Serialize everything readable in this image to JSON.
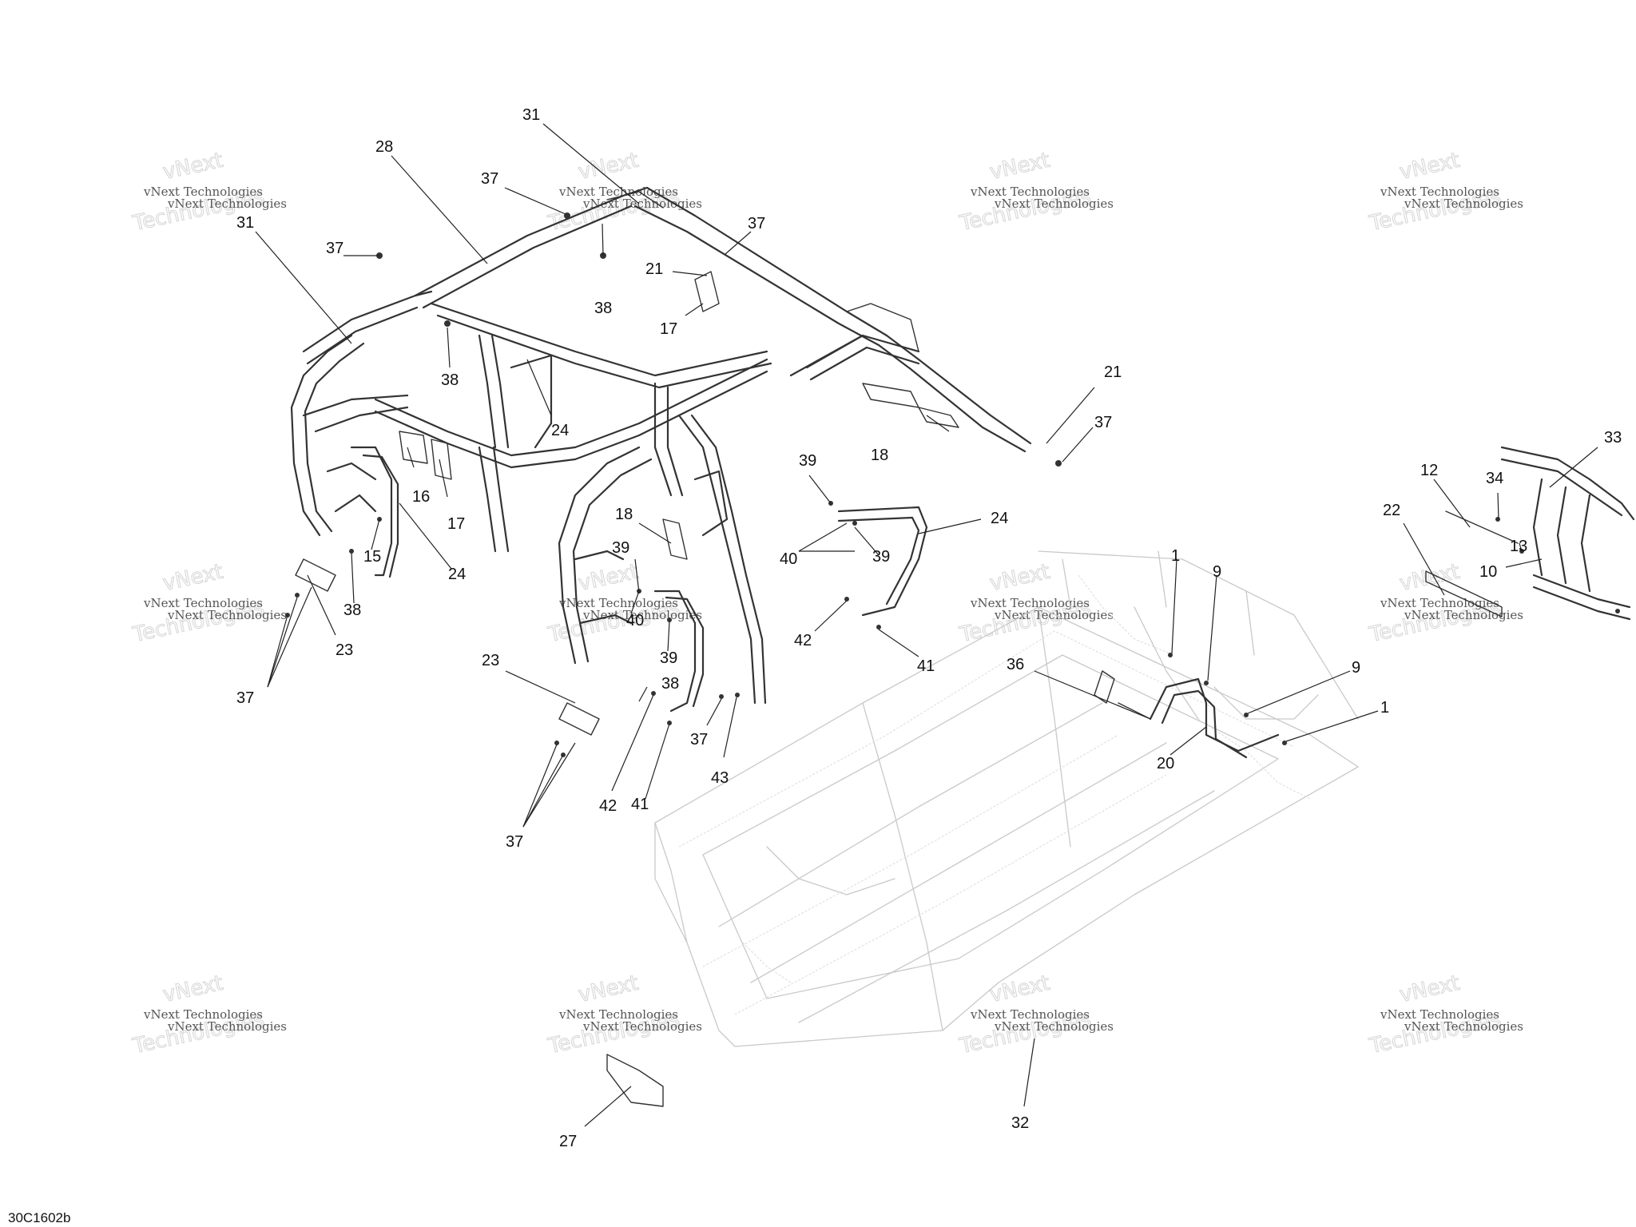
{
  "diagram": {
    "drawing_code": "30C1602b",
    "watermark": {
      "line1": "vNext Technologies",
      "line2": "Technologies",
      "stamp": "vNext"
    },
    "callouts": [
      {
        "id": "c31a",
        "text": "31"
      },
      {
        "id": "c28",
        "text": "28"
      },
      {
        "id": "c31b",
        "text": "31"
      },
      {
        "id": "c37a",
        "text": "37"
      },
      {
        "id": "c37b",
        "text": "37"
      },
      {
        "id": "c37c",
        "text": "37"
      },
      {
        "id": "c21a",
        "text": "21"
      },
      {
        "id": "c38a",
        "text": "38"
      },
      {
        "id": "c17a",
        "text": "17"
      },
      {
        "id": "c38b",
        "text": "38"
      },
      {
        "id": "c24a",
        "text": "24"
      },
      {
        "id": "c21b",
        "text": "21"
      },
      {
        "id": "c37d",
        "text": "37"
      },
      {
        "id": "c18a",
        "text": "18"
      },
      {
        "id": "c39a",
        "text": "39"
      },
      {
        "id": "c16",
        "text": "16"
      },
      {
        "id": "c17b",
        "text": "17"
      },
      {
        "id": "c18b",
        "text": "18"
      },
      {
        "id": "c24b",
        "text": "24"
      },
      {
        "id": "c15",
        "text": "15"
      },
      {
        "id": "c40a",
        "text": "40"
      },
      {
        "id": "c39b",
        "text": "39"
      },
      {
        "id": "c24c",
        "text": "24"
      },
      {
        "id": "c39c",
        "text": "39"
      },
      {
        "id": "c38c",
        "text": "38"
      },
      {
        "id": "c23a",
        "text": "23"
      },
      {
        "id": "c40b",
        "text": "40"
      },
      {
        "id": "c42a",
        "text": "42"
      },
      {
        "id": "c41a",
        "text": "41"
      },
      {
        "id": "c37e",
        "text": "37"
      },
      {
        "id": "c39d",
        "text": "39"
      },
      {
        "id": "c23b",
        "text": "23"
      },
      {
        "id": "c38d",
        "text": "38"
      },
      {
        "id": "c37f",
        "text": "37"
      },
      {
        "id": "c43",
        "text": "43"
      },
      {
        "id": "c42b",
        "text": "42"
      },
      {
        "id": "c41b",
        "text": "41"
      },
      {
        "id": "c37g",
        "text": "37"
      },
      {
        "id": "c1a",
        "text": "1"
      },
      {
        "id": "c9a",
        "text": "9"
      },
      {
        "id": "c36",
        "text": "36"
      },
      {
        "id": "c9b",
        "text": "9"
      },
      {
        "id": "c1b",
        "text": "1"
      },
      {
        "id": "c20",
        "text": "20"
      },
      {
        "id": "c33",
        "text": "33"
      },
      {
        "id": "c12",
        "text": "12"
      },
      {
        "id": "c34",
        "text": "34"
      },
      {
        "id": "c22",
        "text": "22"
      },
      {
        "id": "c13",
        "text": "13"
      },
      {
        "id": "c10",
        "text": "10"
      },
      {
        "id": "c27",
        "text": "27"
      },
      {
        "id": "c32",
        "text": "32"
      }
    ]
  }
}
